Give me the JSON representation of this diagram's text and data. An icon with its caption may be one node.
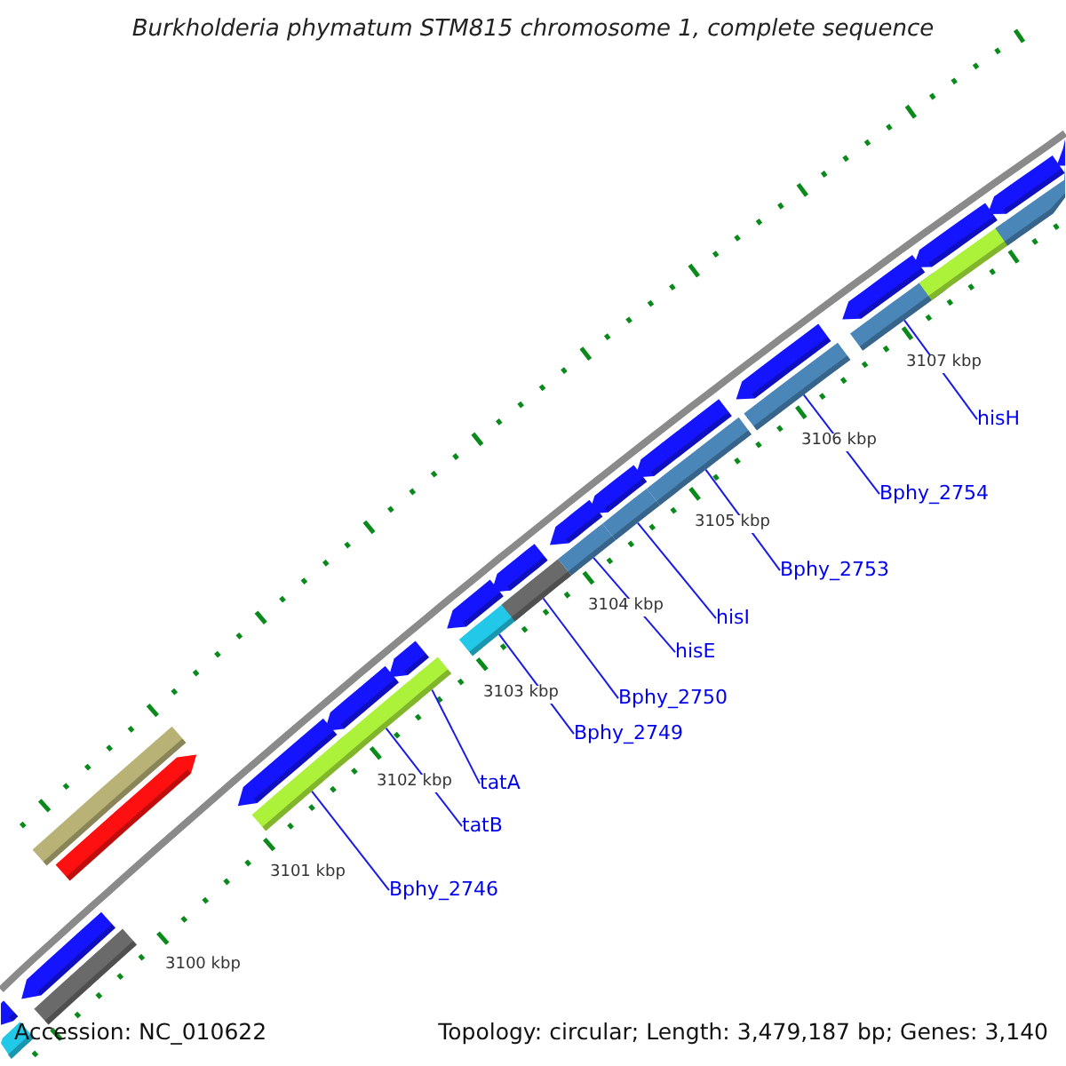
{
  "diagram": {
    "title": "Burkholderia phymatum STM815 chromosome 1, complete sequence",
    "nodes": [
      {
        "text": [
          "Bphy_2746"
        ]
      },
      {
        "text": [
          "tatB"
        ]
      },
      {
        "text": [
          "tatA"
        ]
      },
      {
        "text": [
          "Bphy_2749"
        ]
      },
      {
        "text": [
          "Bphy_2750"
        ]
      },
      {
        "text": [
          "hisE"
        ]
      },
      {
        "text": [
          "hisI"
        ]
      },
      {
        "text": [
          "Bphy_2753"
        ]
      },
      {
        "text": [
          "Bphy_2754"
        ]
      },
      {
        "text": [
          "hisH"
        ]
      },
      {
        "text": [],
        "shape": "arrow"
      },
      {
        "text": [],
        "shape": "bar"
      },
      {
        "text": [],
        "shape": "arrow"
      },
      {
        "text": [],
        "shape": "bar"
      },
      {
        "text": [],
        "shape": "bar"
      },
      {
        "text": [],
        "shape": "arrow"
      },
      {
        "text": [],
        "shape": "arrow"
      },
      {
        "text": [],
        "shape": "bar"
      },
      {
        "text": [],
        "shape": "arrow"
      },
      {
        "text": [],
        "shape": "bar"
      },
      {
        "text": [],
        "shape": "arrow"
      },
      {
        "text": [],
        "shape": "bar"
      },
      {
        "text": [],
        "shape": "arrow"
      },
      {
        "text": [],
        "shape": "bar"
      },
      {
        "text": [],
        "shape": "arrow"
      },
      {
        "text": [],
        "shape": "bar"
      },
      {
        "text": [],
        "shape": "bar"
      },
      {
        "text": [],
        "shape": "arrow"
      },
      {
        "text": [],
        "shape": "arrow"
      },
      {
        "text": [],
        "shape": "bar"
      },
      {
        "text": [],
        "shape": "arrow"
      },
      {
        "text": [],
        "shape": "bar"
      },
      {
        "text": [],
        "shape": "bar"
      },
      {
        "text": [],
        "shape": "arrow"
      },
      {
        "text": [],
        "shape": "bar"
      },
      {
        "text": [],
        "shape": "arrow"
      },
      {
        "text": [],
        "shape": "bar"
      },
      {
        "text": [],
        "shape": "arrow"
      },
      {
        "text": [],
        "shape": "bar"
      },
      {
        "text": [],
        "shape": "arrow"
      },
      {
        "text": [],
        "shape": "arrow"
      }
    ],
    "edges": [
      {
        "from": 0,
        "to": 17,
        "arrow": "none"
      },
      {
        "from": 1,
        "to": 19,
        "arrow": "none"
      },
      {
        "from": 2,
        "to": 21,
        "arrow": "none"
      },
      {
        "from": 3,
        "to": 23,
        "arrow": "none"
      },
      {
        "from": 4,
        "to": 25,
        "arrow": "none"
      },
      {
        "from": 5,
        "to": 26,
        "arrow": "none"
      },
      {
        "from": 6,
        "to": 29,
        "arrow": "none"
      },
      {
        "from": 7,
        "to": 31,
        "arrow": "none"
      },
      {
        "from": 8,
        "to": 32,
        "arrow": "none"
      },
      {
        "from": 9,
        "to": 34,
        "arrow": "none"
      }
    ],
    "labels": [
      "3100 kbp",
      "3101 kbp",
      "3102 kbp",
      "3103 kbp",
      "3104 kbp",
      "3105 kbp",
      "3106 kbp",
      "3107 kbp",
      "Accession: NC_010622",
      "Topology: circular; Length: 3,479,187 bp; Genes: 3,140"
    ]
  }
}
